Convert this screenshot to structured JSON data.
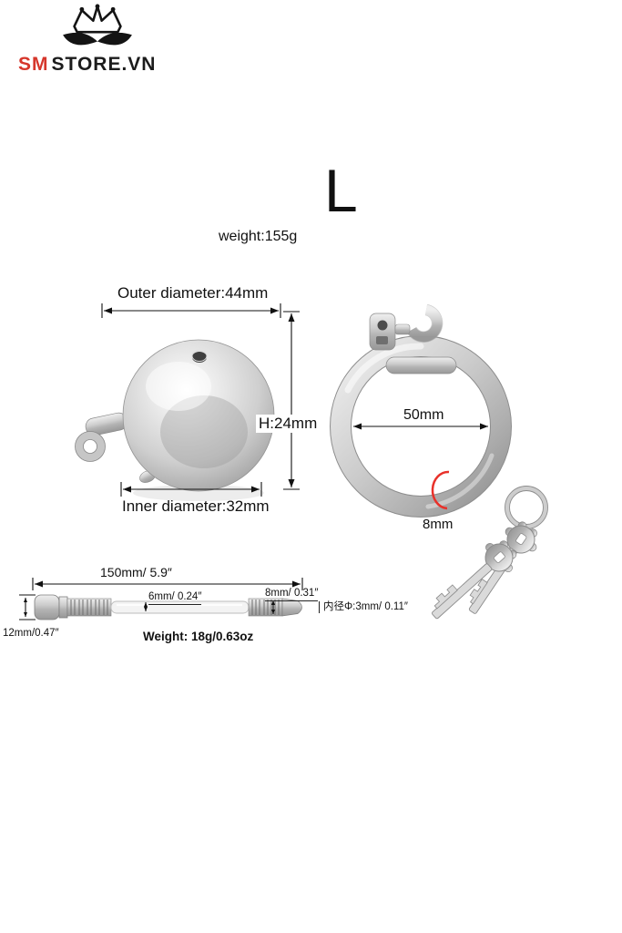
{
  "brand": {
    "icon": "crown-leaves",
    "name_primary": "SM",
    "name_secondary": "STORE.VN"
  },
  "product": {
    "size": "L",
    "weight": "weight:155g"
  },
  "cap": {
    "outer_diameter": "Outer diameter:44mm",
    "height": "H:24mm",
    "inner_diameter": "Inner diameter:32mm"
  },
  "ring": {
    "inner_diameter": "50mm",
    "tube_diameter": "8mm"
  },
  "rod": {
    "length": "150mm/ 5.9″",
    "shaft_diameter": "6mm/ 0.24″",
    "tip_diameter": "8mm/ 0.31″",
    "head_diameter": "12mm/0.47″",
    "inner_bore": "内径Φ:3mm/ 0.11″",
    "weight": "Weight: 18g/0.63oz"
  },
  "colors": {
    "accent_red": "#d6362b",
    "marker_red": "#e8312a",
    "text": "#111111",
    "metal_light": "#efefef",
    "metal_dark": "#8f8f8f"
  }
}
